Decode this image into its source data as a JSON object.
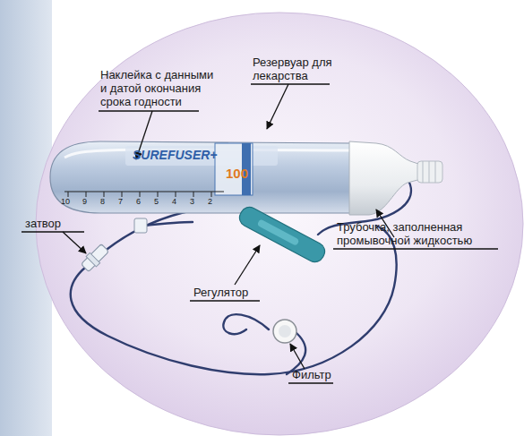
{
  "diagram": {
    "labels": [
      "Наклейка с данными и датой окончания срока годности",
      "Резервуар для лекарства",
      "затвор",
      "Регулятор",
      "Трубочка, заполненная промывочной жидкостью",
      "Фильтр",
      "SUREFUSER+",
      "100",
      "10",
      "9",
      "8",
      "7",
      "6",
      "5",
      "4",
      "3",
      "2"
    ]
  }
}
